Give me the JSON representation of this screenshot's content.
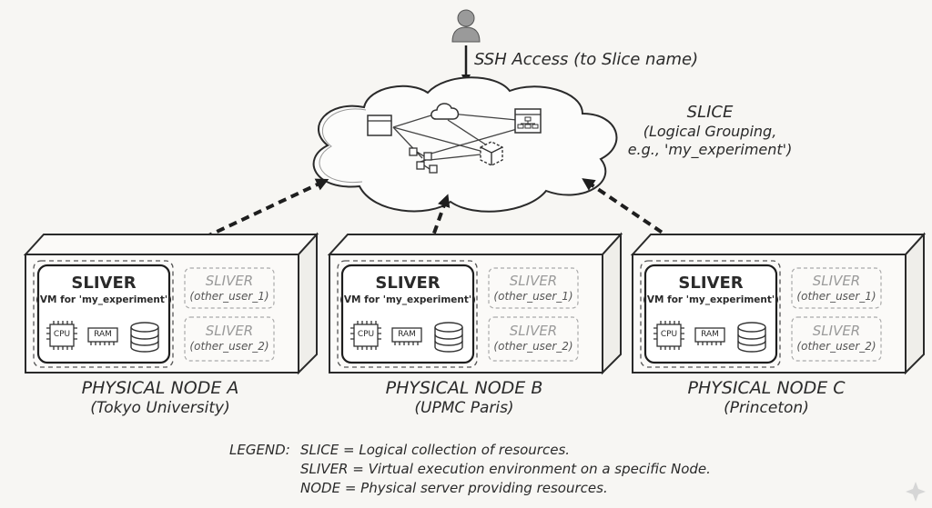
{
  "user_access": "SSH Access (to Slice name)",
  "slice": {
    "title": "SLICE",
    "desc_line1": "(Logical Grouping,",
    "desc_line2": "e.g., 'my_experiment')"
  },
  "sliver_main": {
    "title": "SLIVER",
    "subtitle": "(VM for 'my_experiment')",
    "cpu": "CPU",
    "ram": "RAM"
  },
  "sliver_other1": {
    "title": "SLIVER",
    "subtitle": "(other_user_1)"
  },
  "sliver_other2": {
    "title": "SLIVER",
    "subtitle": "(other_user_2)"
  },
  "nodes": [
    {
      "name": "PHYSICAL NODE A",
      "location": "(Tokyo University)"
    },
    {
      "name": "PHYSICAL NODE B",
      "location": "(UPMC Paris)"
    },
    {
      "name": "PHYSICAL NODE C",
      "location": "(Princeton)"
    }
  ],
  "legend": {
    "prefix": "LEGEND:",
    "line1": "SLICE = Logical collection of resources.",
    "line2": "SLIVER = Virtual execution environment on a specific Node.",
    "line3": "NODE = Physical server providing resources."
  }
}
